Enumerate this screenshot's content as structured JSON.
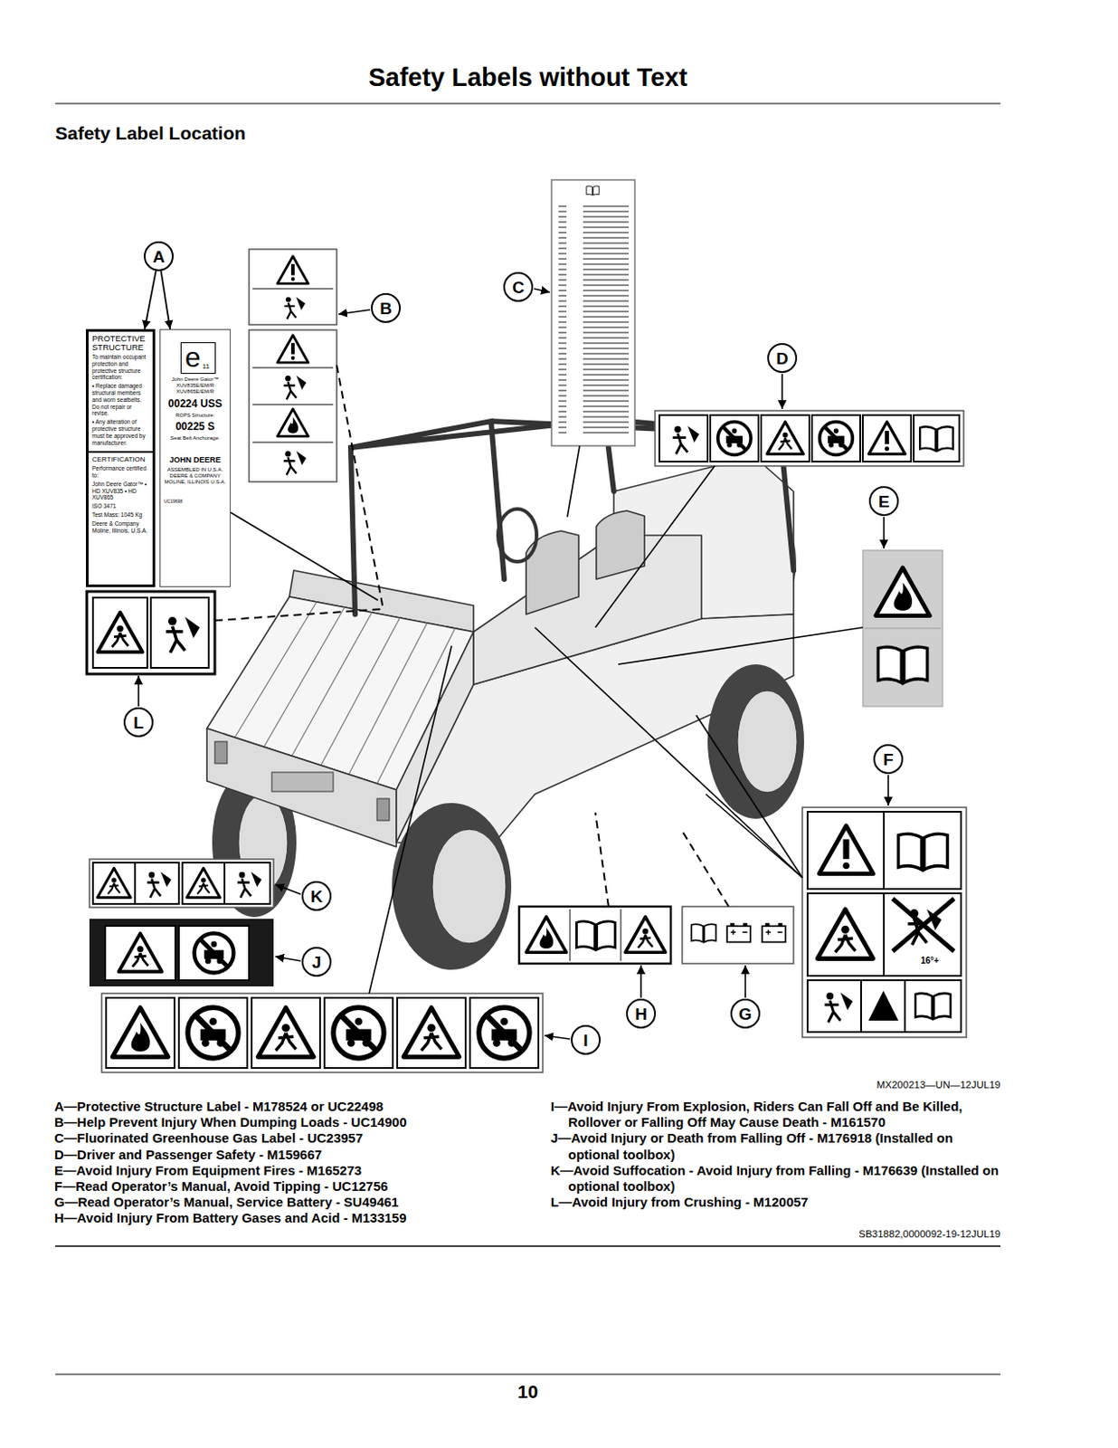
{
  "diagram": {
    "title": "Safety Labels without Text",
    "nodes": [
      {
        "text": [
          "A"
        ]
      },
      {
        "text": [
          "PROTECTIVE STRUCTURE",
          "To maintain occupant protection and protective structure certification:",
          "• Replace damaged structural members and worn seatbelts. Do not repair or revise.",
          "• Any alteration of protective structure must be approved by manufacturer.",
          "CERTIFICATION",
          "Performance certified to:",
          "John Deere Gator™ • HD XUV835 • HD XUV865",
          "ISO 3471",
          "Test Mass: 1045 Kg",
          "Deere & Company Moline, Illinois, U.S.A."
        ]
      },
      {
        "text": [
          "e",
          "11",
          "John Deere Gator™ XUV835E/EM/R XUV865E/EM/R",
          "00224 USS",
          "ROPS Structure:",
          "00225 S",
          "Seat Belt Anchorage:",
          "JOHN DEERE",
          "ASSEMBLED IN U.S.A. DEERE & COMPANY MOLINE, ILLINOIS U.S.A.",
          "UC19698"
        ]
      },
      {
        "text": [
          "B"
        ]
      },
      {
        "text": [
          "C"
        ]
      },
      {
        "text": [
          "D"
        ]
      },
      {
        "text": [
          "E"
        ]
      },
      {
        "text": [
          "L"
        ]
      },
      {
        "text": [
          "F"
        ]
      },
      {
        "text": [
          "K"
        ]
      },
      {
        "text": [
          "J"
        ]
      },
      {
        "text": [
          "H"
        ]
      },
      {
        "text": [
          "G"
        ]
      },
      {
        "text": [
          "I"
        ]
      }
    ],
    "edges": [
      {
        "from": 0,
        "to": 1,
        "arrow": "to"
      },
      {
        "from": 0,
        "to": 2,
        "arrow": "to"
      }
    ],
    "labels": [
      "Safety Label Location",
      "16°+",
      "MX200213—UN—12JUL19",
      "A—Protective Structure Label - M178524 or UC22498",
      "B—Help Prevent Injury When Dumping Loads - UC14900",
      "C—Fluorinated Greenhouse Gas Label - UC23957",
      "D—Driver and Passenger Safety - M159667",
      "E—Avoid Injury From Equipment Fires - M165273",
      "F—Read Operator’s Manual, Avoid Tipping - UC12756",
      "G—Read Operator’s Manual, Service Battery - SU49461",
      "H—Avoid Injury From Battery Gases and Acid - M133159",
      "I—Avoid Injury From Explosion, Riders Can Fall Off and Be Killed, Rollover or Falling Off May Cause Death - M161570",
      "J—Avoid Injury or Death from Falling Off - M176918 (Installed on optional toolbox)",
      "K—Avoid Suffocation - Avoid Injury from Falling - M176639 (Installed on optional toolbox)",
      "L—Avoid Injury from Crushing - M120057",
      "SB31882,0000092-19-12JUL19",
      "10"
    ]
  }
}
